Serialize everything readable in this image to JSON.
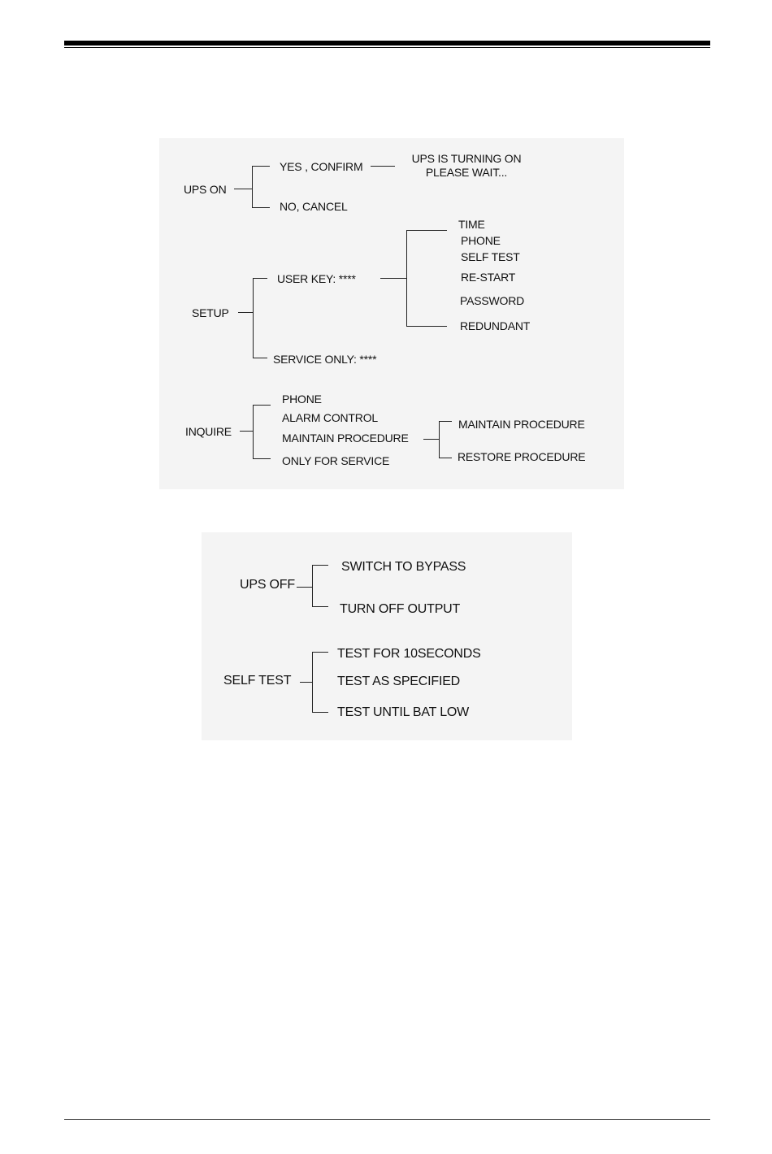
{
  "diagram1": {
    "ups_on": {
      "label": "UPS ON",
      "yes": "YES , CONFIRM",
      "no": "NO, CANCEL",
      "msg_line1": "UPS IS TURNING ON",
      "msg_line2": "PLEASE WAIT..."
    },
    "setup": {
      "label": "SETUP",
      "user_key": "USER KEY: ****",
      "service_only": "SERVICE ONLY: ****",
      "user_items": [
        "TIME",
        "PHONE",
        "SELF TEST",
        "RE-START",
        "PASSWORD",
        "REDUNDANT"
      ]
    },
    "inquire": {
      "label": "INQUIRE",
      "items": [
        "PHONE",
        "ALARM CONTROL",
        "MAINTAIN PROCEDURE",
        "ONLY FOR SERVICE"
      ],
      "maintain_items": [
        "MAINTAIN PROCEDURE",
        "RESTORE  PROCEDURE"
      ]
    }
  },
  "diagram2": {
    "ups_off": {
      "label": "UPS OFF",
      "items": [
        "SWITCH TO BYPASS",
        "TURN OFF OUTPUT"
      ]
    },
    "self_test": {
      "label": "SELF TEST",
      "items": [
        "TEST FOR 10SECONDS",
        "TEST AS SPECIFIED",
        "TEST UNTIL BAT LOW"
      ]
    }
  }
}
